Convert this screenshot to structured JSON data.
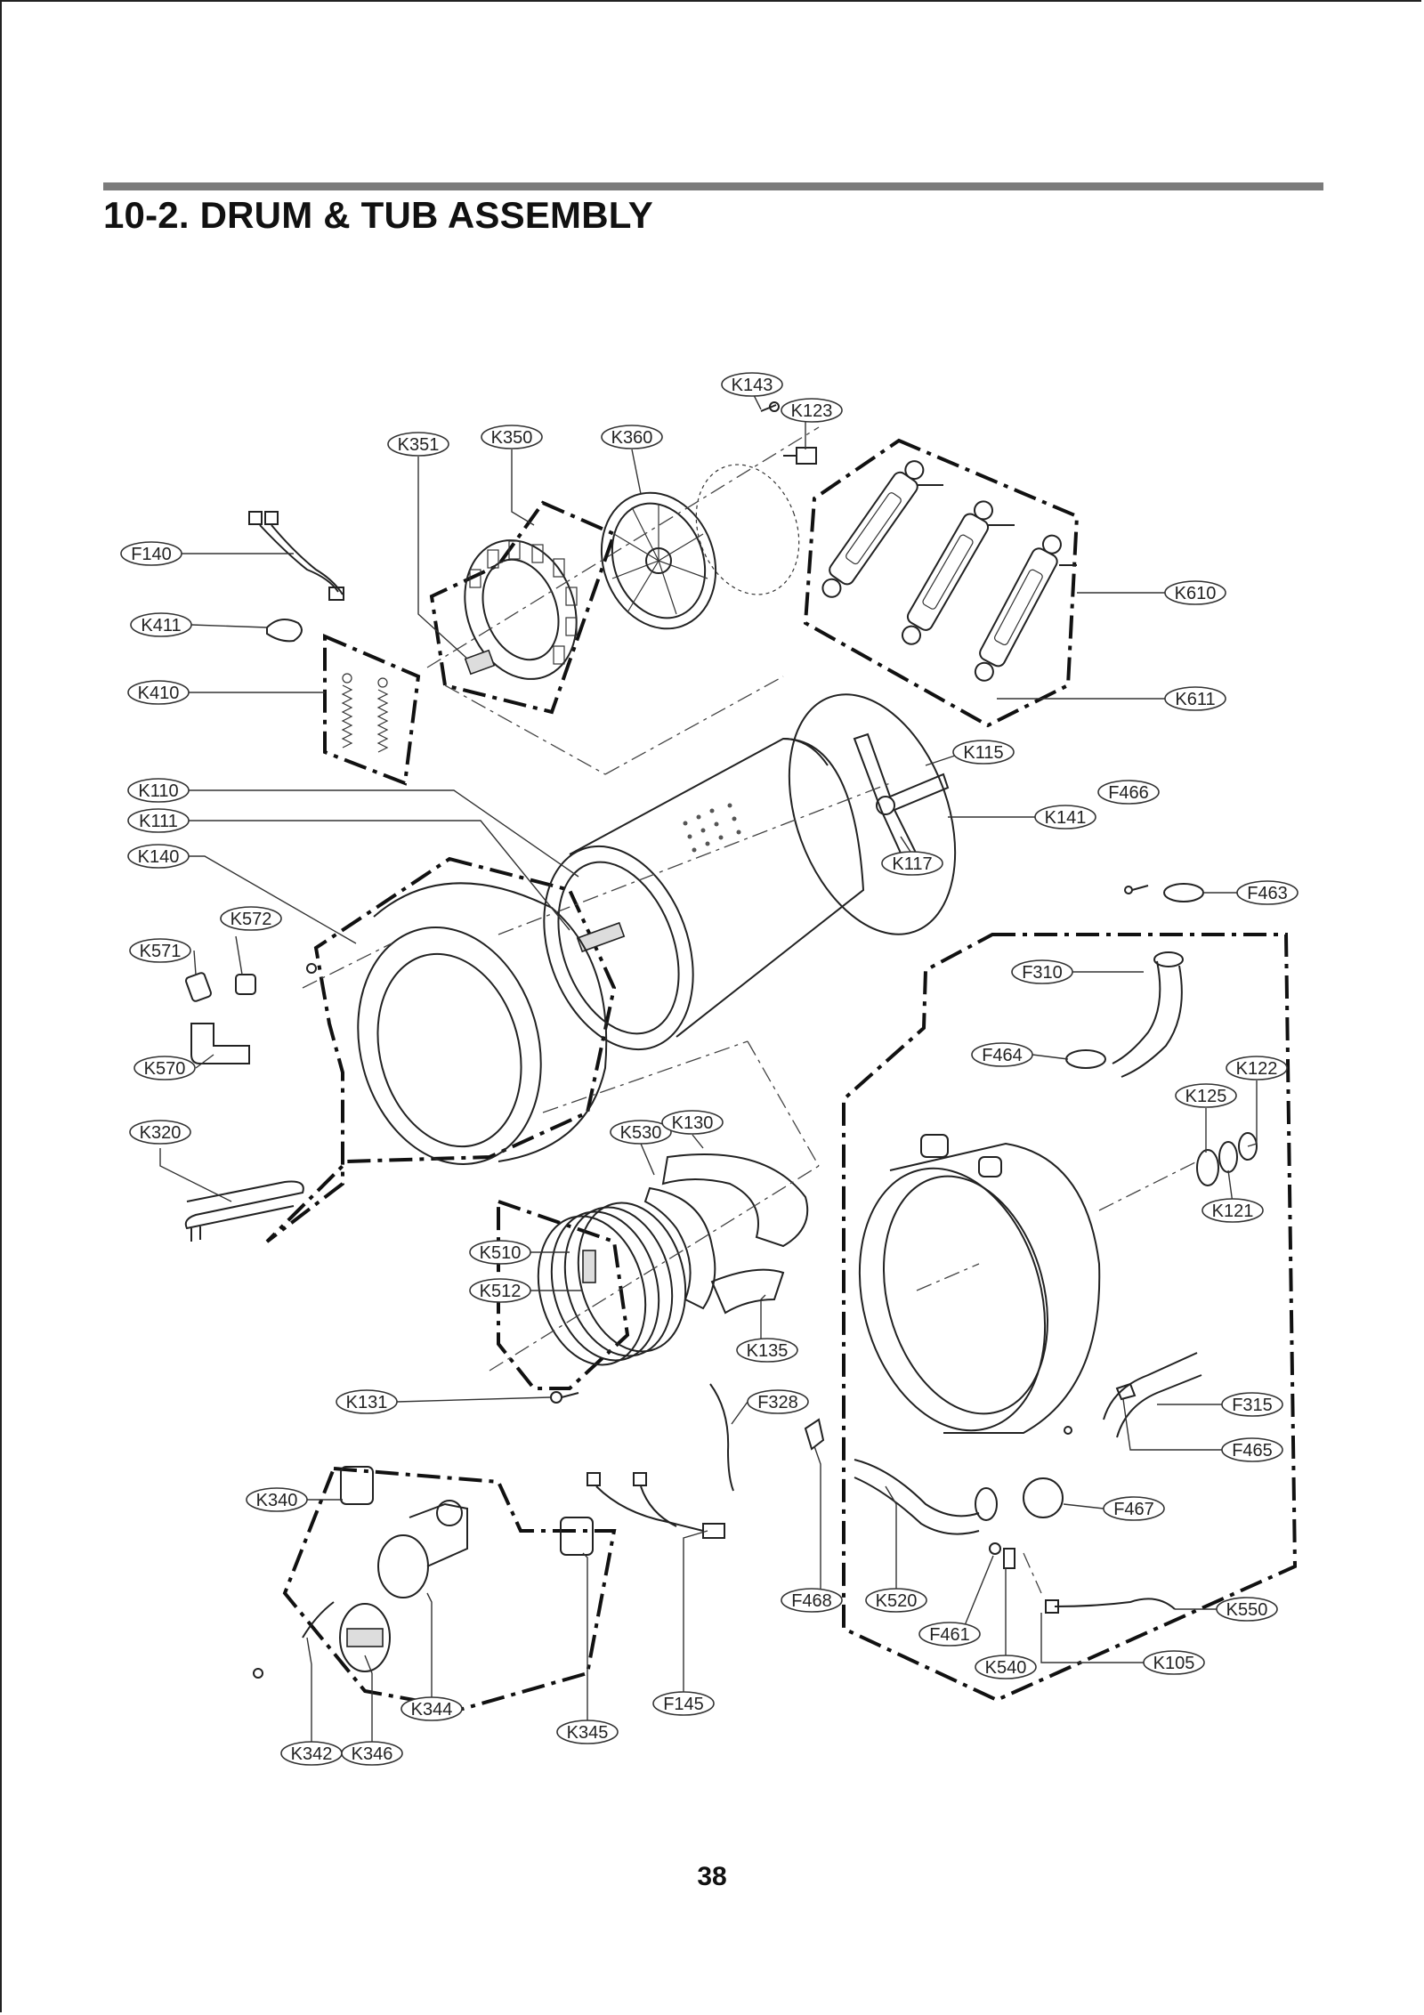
{
  "header": {
    "title": "10-2. DRUM & TUB ASSEMBLY"
  },
  "footer": {
    "page_number": "38"
  },
  "part_labels": [
    "K143",
    "K123",
    "K351",
    "K350",
    "K360",
    "F140",
    "K411",
    "K410",
    "K610",
    "K611",
    "K115",
    "K110",
    "K111",
    "K140",
    "K141",
    "F466",
    "K117",
    "K572",
    "K571",
    "F463",
    "F310",
    "K570",
    "F464",
    "K122",
    "K125",
    "K320",
    "K530",
    "K130",
    "K121",
    "K510",
    "K512",
    "K135",
    "K131",
    "F328",
    "F315",
    "F465",
    "K340",
    "F467",
    "F468",
    "K520",
    "K550",
    "F461",
    "K105",
    "K540",
    "K344",
    "F145",
    "K345",
    "K342",
    "K346"
  ]
}
